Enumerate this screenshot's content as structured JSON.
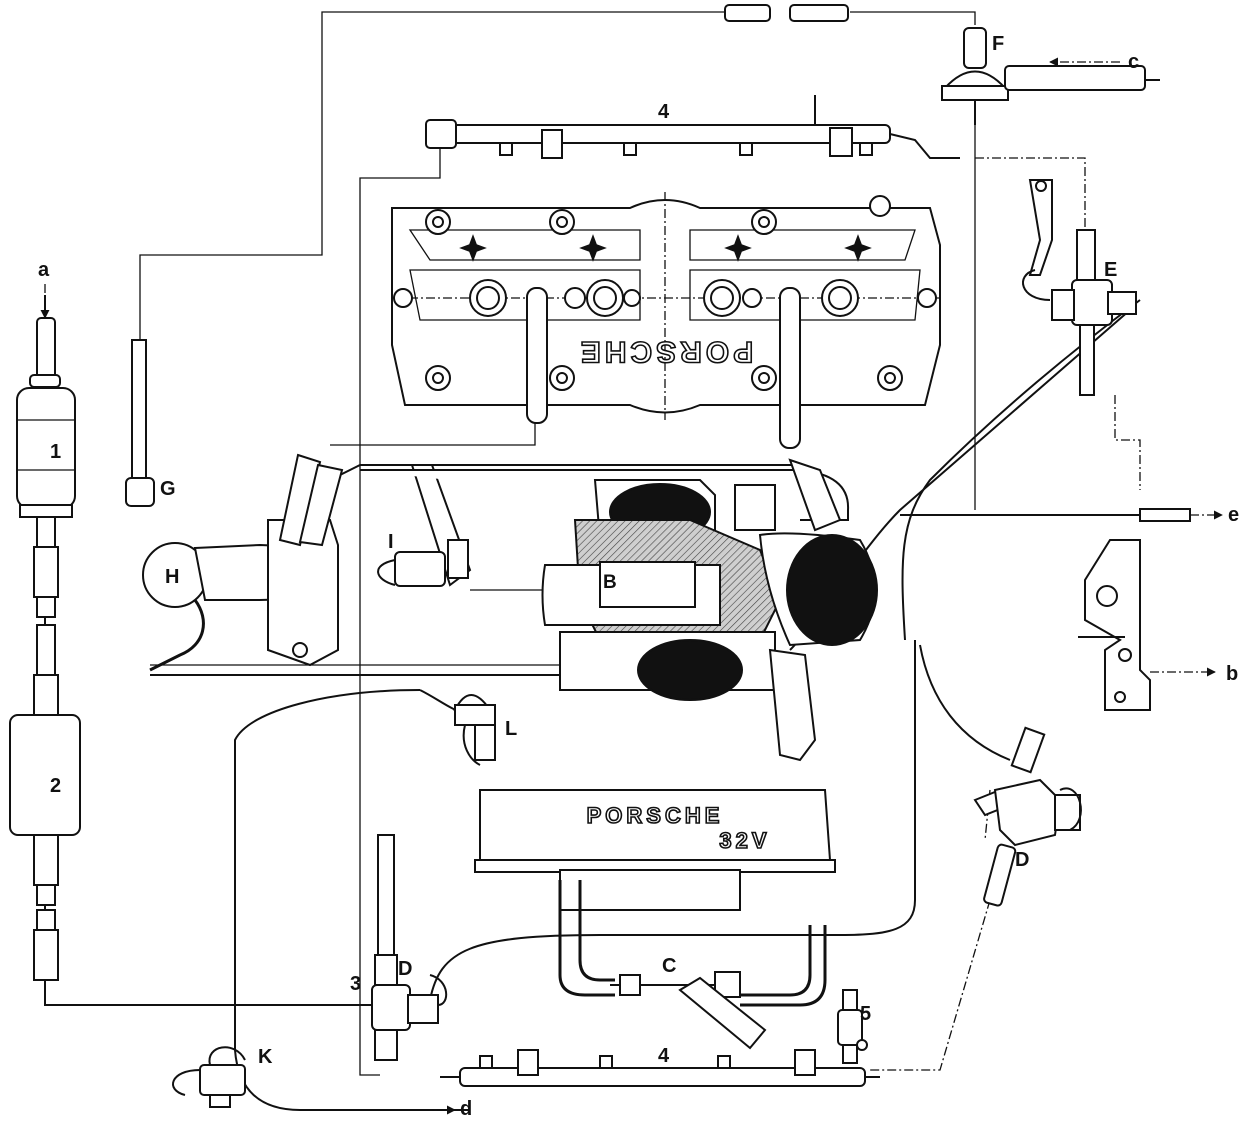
{
  "labels": {
    "fuel_pump": "1",
    "fuel_filter": "2",
    "pressure_damper": "3",
    "fuel_rail_top": "4",
    "fuel_rail_bottom": "4",
    "injector": "5",
    "conn_a": "a",
    "conn_b": "b",
    "conn_c": "c",
    "conn_d": "d",
    "conn_e": "e",
    "valve_B": "B",
    "valve_C": "C",
    "regulator_D_left": "D",
    "regulator_D_right": "D",
    "valve_E": "E",
    "valve_F": "F",
    "valve_G": "G",
    "canister_H": "H",
    "valve_I": "I",
    "valve_K": "K",
    "valve_L": "L"
  },
  "cam_cover_top": {
    "logo": "PORSCHE"
  },
  "cam_cover_bottom": {
    "logo": "PORSCHE",
    "sub": "32V"
  }
}
